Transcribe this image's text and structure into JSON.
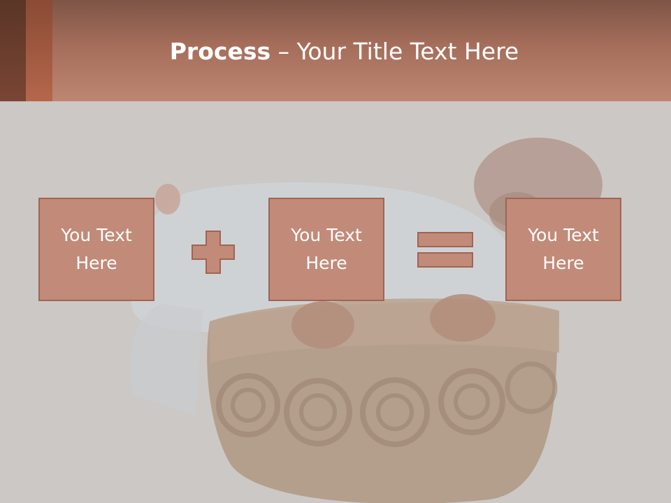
{
  "slide": {
    "title_bold": "Process",
    "title_rest": " – Your Title Text Here"
  },
  "process": {
    "box1": "You Text Here",
    "operator1": "plus",
    "box2": "You Text Here",
    "operator2": "equals",
    "box3": "You Text Here"
  },
  "colors": {
    "header": "#b07a66",
    "box_fill": "#c28a78",
    "box_border": "#9e6553",
    "background": "#ccc8c5"
  },
  "icons": [
    "plus-icon",
    "equals-icon"
  ]
}
